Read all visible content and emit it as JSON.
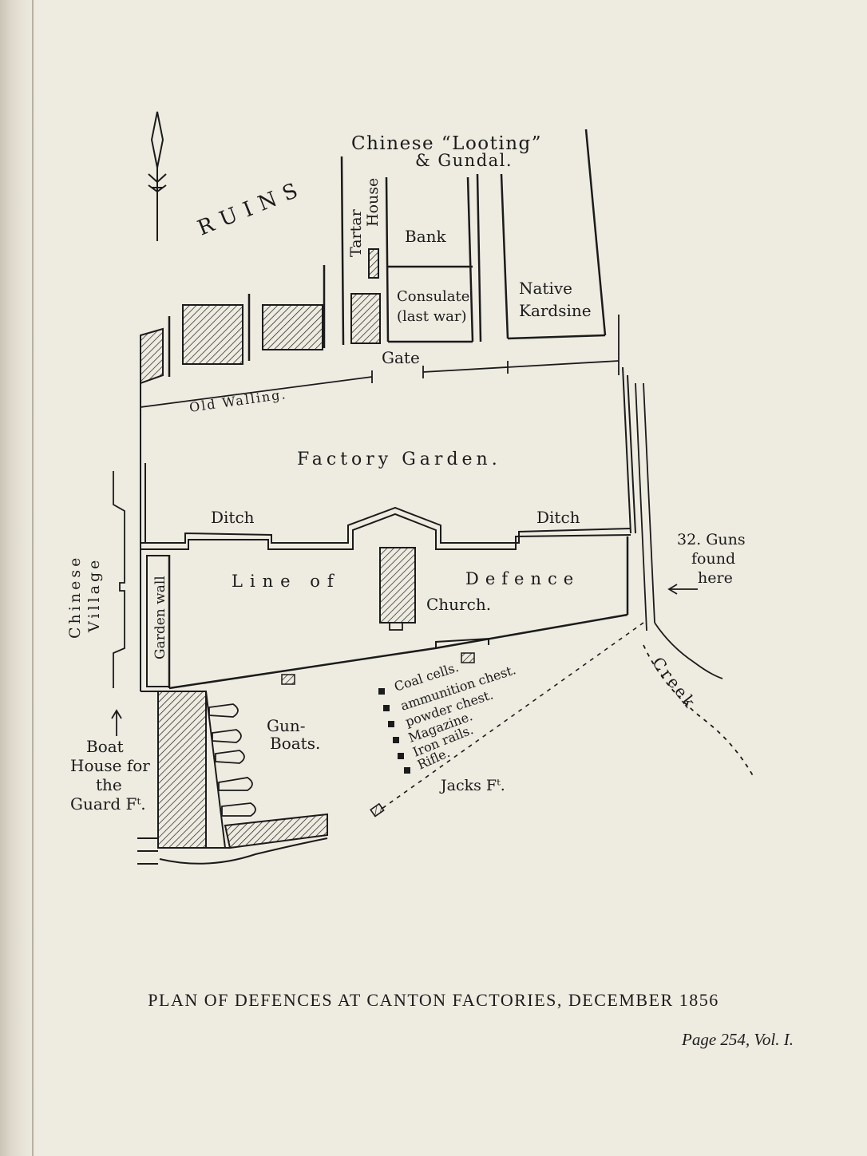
{
  "map": {
    "labels": {
      "ruins": "RUINS",
      "looting_line1": "Chinese “Looting”",
      "looting_line2": "& Gundal.",
      "tartar": "Tartar",
      "house": "House",
      "bank": "Bank",
      "consulate_line1": "Consulate",
      "consulate_line2": "(last war)",
      "native_line1": "Native",
      "native_line2": "Kardsine",
      "gate": "Gate",
      "old_walling": "Old Walling.",
      "factory_garden": "Factory Garden.",
      "ditch_left": "Ditch",
      "ditch_right": "Ditch",
      "guns_line1": "32. Guns",
      "guns_line2": "found",
      "guns_line3": "here",
      "chinese": "Chinese",
      "village": "Village",
      "line_of": "Line of",
      "defence": "Defence",
      "church": "Church.",
      "garden_wall": "Garden wall",
      "creek": "Creek",
      "coal_cells": "Coal cells.",
      "ammunition_chest": "ammunition chest.",
      "powder_chest": "powder chest.",
      "magazine": "Magazine.",
      "iron_rails": "Iron rails.",
      "rifle": "Rifle.",
      "jacks_fort": "Jacks Fᵗ.",
      "gun_boats_line1": "Gun-",
      "gun_boats_line2": "Boats.",
      "boat_house_line1": "Boat",
      "boat_house_line2": "House for",
      "boat_house_line3": "the",
      "boat_house_line4": "Guard Fᵗ."
    }
  },
  "caption": "PLAN OF DEFENCES AT CANTON FACTORIES, DECEMBER 1856",
  "page_ref": "Page 254, Vol. I."
}
